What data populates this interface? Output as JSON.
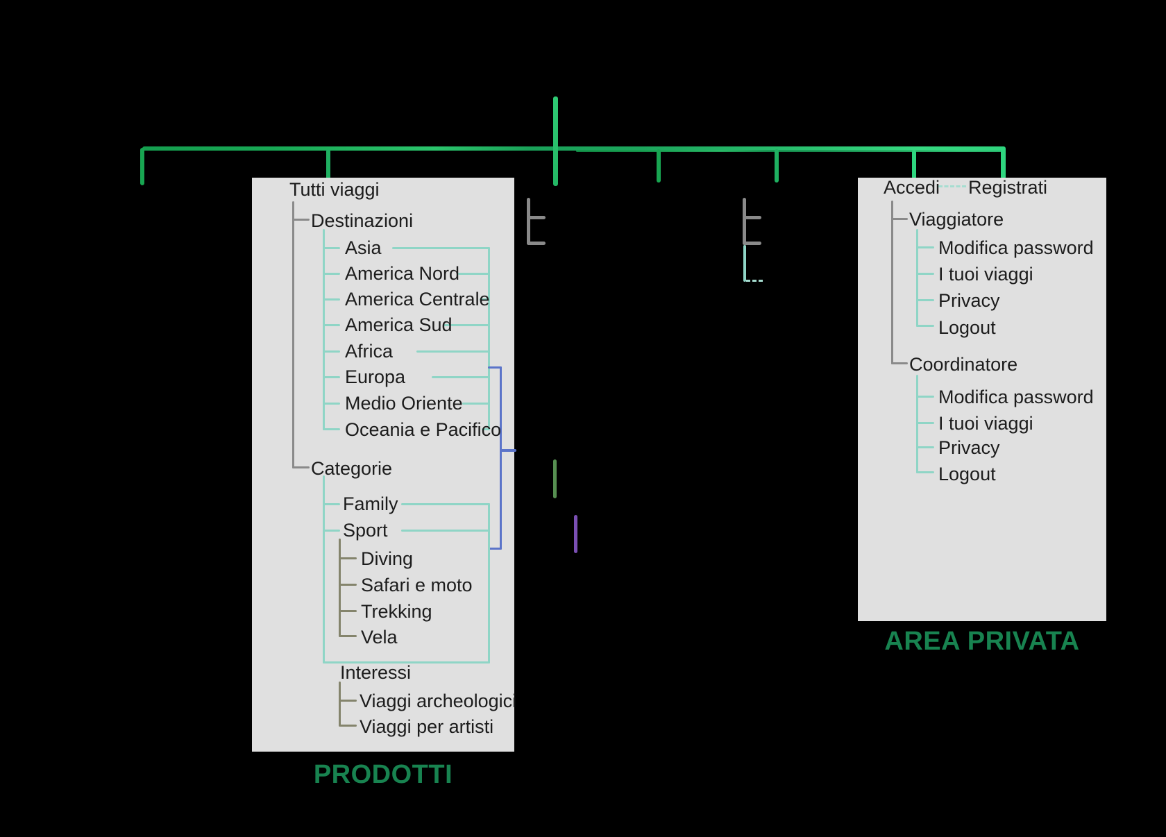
{
  "diagram": {
    "prodotti": {
      "caption": "PRODOTTI",
      "root": "Tutti viaggi",
      "destinazioni": {
        "label": "Destinazioni",
        "items": [
          "Asia",
          "America Nord",
          "America Centrale",
          "America Sud",
          "Africa",
          "Europa",
          "Medio Oriente",
          "Oceania e Pacifico"
        ]
      },
      "categorie": {
        "label": "Categorie",
        "family": "Family",
        "sport": {
          "label": "Sport",
          "items": [
            "Diving",
            "Safari e moto",
            "Trekking",
            "Vela"
          ]
        },
        "interessi": {
          "label": "Interessi",
          "items": [
            "Viaggi archeologici",
            "Viaggi per artisti"
          ]
        }
      }
    },
    "area_privata": {
      "caption": "AREA PRIVATA",
      "accedi": "Accedi",
      "registrati": "Registrati",
      "viaggiatore": {
        "label": "Viaggiatore",
        "items": [
          "Modifica password",
          "I tuoi viaggi",
          "Privacy",
          "Logout"
        ]
      },
      "coordinatore": {
        "label": "Coordinatore",
        "items": [
          "Modifica password",
          "I tuoi viaggi",
          "Privacy",
          "Logout"
        ]
      }
    },
    "colors": {
      "background": "#000000",
      "panel_bg": "#e0e0e0",
      "text": "#1c1c1c",
      "caption_green": "#188350",
      "tree_green_dark": "#18a551",
      "tree_green_bright": "#2ecc71",
      "tree_mint": "#3ddc8b",
      "connector_gray": "#8a8a8a",
      "connector_teal": "#8fd5c6",
      "connector_teal_dashed": "#a6ddd0",
      "connector_olive": "#84846c",
      "bracket_blue": "#5b74c9",
      "floating_green": "#568f51",
      "floating_purple": "#7a4fb3"
    }
  }
}
